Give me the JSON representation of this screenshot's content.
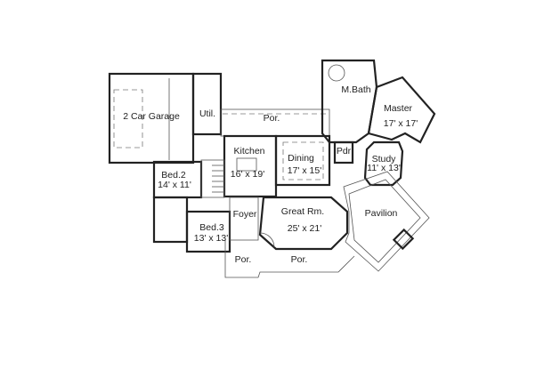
{
  "rooms": {
    "garage": {
      "name": "2 Car Garage"
    },
    "utility": {
      "name": "Util."
    },
    "porch_rear": {
      "name": "Por."
    },
    "master_bath": {
      "name": "M.Bath"
    },
    "master": {
      "name": "Master",
      "size": "17' x 17'"
    },
    "kitchen": {
      "name": "Kitchen",
      "size": "16' x 19'"
    },
    "dining": {
      "name": "Dining",
      "size": "17' x 15'"
    },
    "powder": {
      "name": "Pdr"
    },
    "study": {
      "name": "Study",
      "size": "11' x 13'"
    },
    "bed2": {
      "name": "Bed.2",
      "size": "14' x 11'"
    },
    "foyer": {
      "name": "Foyer"
    },
    "great_room": {
      "name": "Great Rm.",
      "size": "25' x 21'"
    },
    "pavilion": {
      "name": "Pavilion"
    },
    "bed3": {
      "name": "Bed.3",
      "size": "13' x 13'"
    },
    "porch_front_left": {
      "name": "Por."
    },
    "porch_front_right": {
      "name": "Por."
    }
  }
}
